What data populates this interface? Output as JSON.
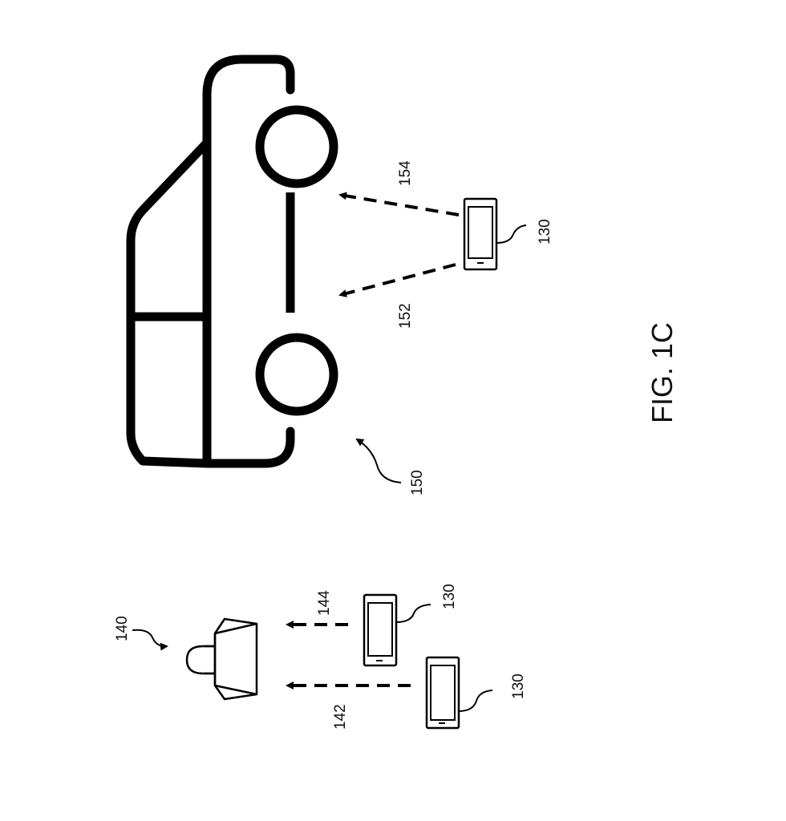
{
  "figure": {
    "caption": "FIG. 1C",
    "orientation": "rotated 90° counter-clockwise (landscape sheet)",
    "colors": {
      "line": "#000000",
      "background": "#ffffff"
    }
  },
  "elements": {
    "vehicle": {
      "ref": "150",
      "icon": "car-icon"
    },
    "bag": {
      "ref": "140",
      "icon": "shopping-bag-icon"
    },
    "phones": [
      {
        "ref": "130",
        "position": "near-vehicle",
        "icon": "smartphone-icon"
      },
      {
        "ref": "130",
        "position": "upper-near-bag",
        "icon": "smartphone-icon"
      },
      {
        "ref": "130",
        "position": "lower-near-bag",
        "icon": "smartphone-icon"
      }
    ],
    "signals": [
      {
        "ref": "154",
        "from": "phone-near-vehicle",
        "to": "vehicle-rear-wheel"
      },
      {
        "ref": "152",
        "from": "phone-near-vehicle",
        "to": "vehicle-front-wheel"
      },
      {
        "ref": "144",
        "from": "phone-upper",
        "to": "bag"
      },
      {
        "ref": "142",
        "from": "phone-lower",
        "to": "bag"
      }
    ]
  }
}
